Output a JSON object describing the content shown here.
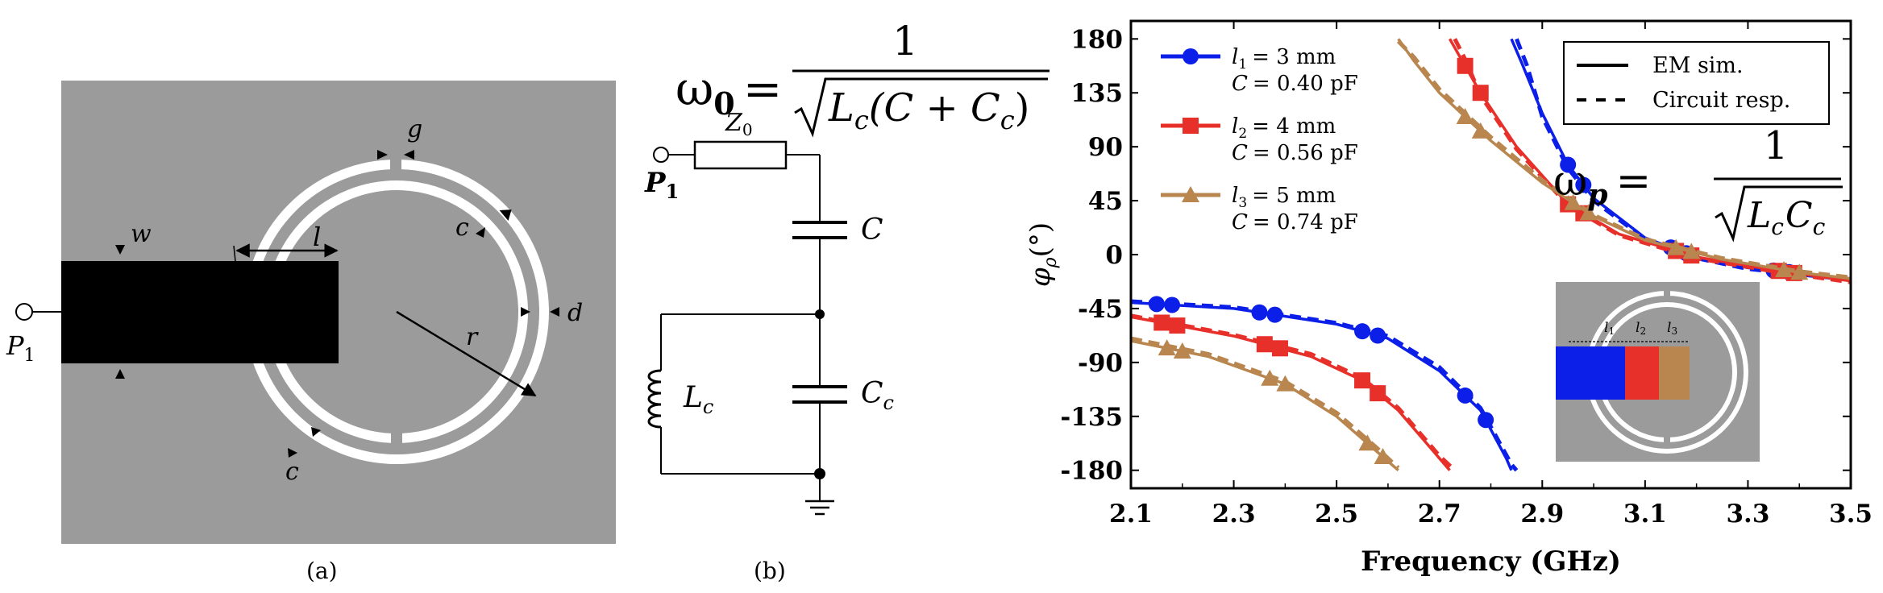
{
  "panel_a": {
    "caption": "(a)",
    "port_label": "P",
    "port_sub": "1",
    "labels": {
      "w": "w",
      "l": "l",
      "g": "g",
      "c_top": "c",
      "c_bottom": "c",
      "d": "d",
      "r": "r"
    }
  },
  "panel_b": {
    "caption": "(b)",
    "eq_lhs": "ω",
    "eq_lhs_sub": "0",
    "eq_equals": "=",
    "eq_num": "1",
    "eq_den": "L",
    "eq_den_sub": "c",
    "eq_den_mid": "(C + C",
    "eq_den_sub2": "c",
    "eq_den_end": ")",
    "port_label": "P",
    "port_sub": "1",
    "z0": "Z",
    "z0_sub": "0",
    "cap_c": "C",
    "cap_cc": "C",
    "cap_cc_sub": "c",
    "ind_lc": "L",
    "ind_lc_sub": "c"
  },
  "panel_c": {
    "legend_sim": "EM sim.",
    "legend_circ": "Circuit resp.",
    "eq_lhs": "ω",
    "eq_lhs_sub": "p",
    "eq_equals": "=",
    "eq_num": "1",
    "eq_den": "L",
    "eq_den_sub": "c",
    "eq_den2": "C",
    "eq_den_sub2": "c",
    "inset_labels": [
      "l",
      "l",
      "l"
    ],
    "inset_subs": [
      "1",
      "2",
      "3"
    ]
  },
  "chart_data": {
    "type": "line",
    "xlabel": "Frequency (GHz)",
    "ylabel": "φ",
    "ylabel_sub": "ρ",
    "ylabel_unit": "(°)",
    "xlim": [
      2.1,
      3.5
    ],
    "ylim": [
      -195,
      195
    ],
    "xticks": [
      "2.1",
      "2.3",
      "2.5",
      "2.7",
      "2.9",
      "3.1",
      "3.3",
      "3.5"
    ],
    "yticks": [
      "180",
      "135",
      "90",
      "45",
      "0",
      "-45",
      "-90",
      "-135",
      "-180"
    ],
    "grid": false,
    "legend_position": "top-left",
    "series": [
      {
        "name_var": "l",
        "name_sub": "1",
        "name_val": "= 3 mm",
        "cap_var": "C",
        "cap_val": "= 0.40 pF",
        "color": "#0b1fe8",
        "marker": "circle",
        "resonance": 2.84,
        "sim": [
          [
            2.1,
            -40
          ],
          [
            2.3,
            -45
          ],
          [
            2.5,
            -58
          ],
          [
            2.6,
            -70
          ],
          [
            2.7,
            -97
          ],
          [
            2.78,
            -130
          ],
          [
            2.83,
            -170
          ],
          [
            2.84,
            -180
          ],
          [
            2.84,
            180
          ],
          [
            2.86,
            160
          ],
          [
            2.9,
            118
          ],
          [
            2.95,
            75
          ],
          [
            3.0,
            47
          ],
          [
            3.1,
            14
          ],
          [
            3.2,
            -2
          ],
          [
            3.3,
            -11
          ],
          [
            3.5,
            -20
          ]
        ],
        "circuit": [
          [
            2.1,
            -39
          ],
          [
            2.3,
            -44
          ],
          [
            2.5,
            -57
          ],
          [
            2.6,
            -68
          ],
          [
            2.7,
            -94
          ],
          [
            2.78,
            -128
          ],
          [
            2.84,
            -175
          ],
          [
            2.85,
            -180
          ],
          [
            2.85,
            180
          ],
          [
            2.87,
            158
          ],
          [
            2.9,
            115
          ],
          [
            2.95,
            72
          ],
          [
            3.0,
            45
          ],
          [
            3.1,
            13
          ],
          [
            3.2,
            -3
          ],
          [
            3.3,
            -12
          ],
          [
            3.5,
            -21
          ]
        ],
        "markers_x": [
          2.15,
          2.18,
          2.35,
          2.38,
          2.55,
          2.58,
          2.75,
          2.79,
          2.95,
          2.98,
          3.15,
          3.18,
          3.35,
          3.38
        ]
      },
      {
        "name_var": "l",
        "name_sub": "2",
        "name_val": "= 4 mm",
        "cap_var": "C",
        "cap_val": "= 0.56 pF",
        "color": "#e8302a",
        "marker": "square",
        "resonance": 2.72,
        "sim": [
          [
            2.1,
            -52
          ],
          [
            2.3,
            -68
          ],
          [
            2.45,
            -85
          ],
          [
            2.55,
            -105
          ],
          [
            2.62,
            -130
          ],
          [
            2.7,
            -170
          ],
          [
            2.72,
            -180
          ],
          [
            2.72,
            180
          ],
          [
            2.74,
            165
          ],
          [
            2.78,
            135
          ],
          [
            2.85,
            90
          ],
          [
            2.95,
            42
          ],
          [
            3.05,
            17
          ],
          [
            3.2,
            -2
          ],
          [
            3.35,
            -13
          ],
          [
            3.5,
            -22
          ]
        ],
        "circuit": [
          [
            2.1,
            -51
          ],
          [
            2.3,
            -67
          ],
          [
            2.45,
            -83
          ],
          [
            2.55,
            -103
          ],
          [
            2.62,
            -128
          ],
          [
            2.7,
            -168
          ],
          [
            2.73,
            -180
          ],
          [
            2.73,
            180
          ],
          [
            2.75,
            163
          ],
          [
            2.78,
            133
          ],
          [
            2.85,
            88
          ],
          [
            2.95,
            41
          ],
          [
            3.05,
            16
          ],
          [
            3.2,
            -3
          ],
          [
            3.35,
            -14
          ],
          [
            3.5,
            -23
          ]
        ],
        "markers_x": [
          2.16,
          2.19,
          2.36,
          2.39,
          2.55,
          2.58,
          2.75,
          2.78,
          2.95,
          2.98,
          3.16,
          3.19,
          3.36,
          3.39
        ]
      },
      {
        "name_var": "l",
        "name_sub": "3",
        "name_val": "= 5 mm",
        "cap_var": "C",
        "cap_val": "= 0.74 pF",
        "color": "#b8864e",
        "marker": "triangle",
        "resonance": 2.62,
        "sim": [
          [
            2.1,
            -72
          ],
          [
            2.25,
            -85
          ],
          [
            2.4,
            -108
          ],
          [
            2.5,
            -135
          ],
          [
            2.58,
            -165
          ],
          [
            2.62,
            -180
          ],
          [
            2.62,
            180
          ],
          [
            2.65,
            162
          ],
          [
            2.7,
            135
          ],
          [
            2.8,
            95
          ],
          [
            2.9,
            60
          ],
          [
            3.0,
            32
          ],
          [
            3.1,
            12
          ],
          [
            3.25,
            -4
          ],
          [
            3.4,
            -15
          ],
          [
            3.5,
            -20
          ]
        ],
        "circuit": [
          [
            2.1,
            -70
          ],
          [
            2.25,
            -83
          ],
          [
            2.4,
            -106
          ],
          [
            2.5,
            -132
          ],
          [
            2.58,
            -162
          ],
          [
            2.62,
            -178
          ],
          [
            2.62,
            178
          ],
          [
            2.65,
            165
          ],
          [
            2.7,
            138
          ],
          [
            2.8,
            98
          ],
          [
            2.9,
            62
          ],
          [
            3.0,
            33
          ],
          [
            3.1,
            13
          ],
          [
            3.25,
            -3
          ],
          [
            3.4,
            -14
          ],
          [
            3.5,
            -19
          ]
        ],
        "markers_x": [
          2.17,
          2.2,
          2.37,
          2.4,
          2.56,
          2.59,
          2.75,
          2.78,
          2.96,
          2.99,
          3.16,
          3.19,
          3.37,
          3.4
        ]
      }
    ]
  }
}
